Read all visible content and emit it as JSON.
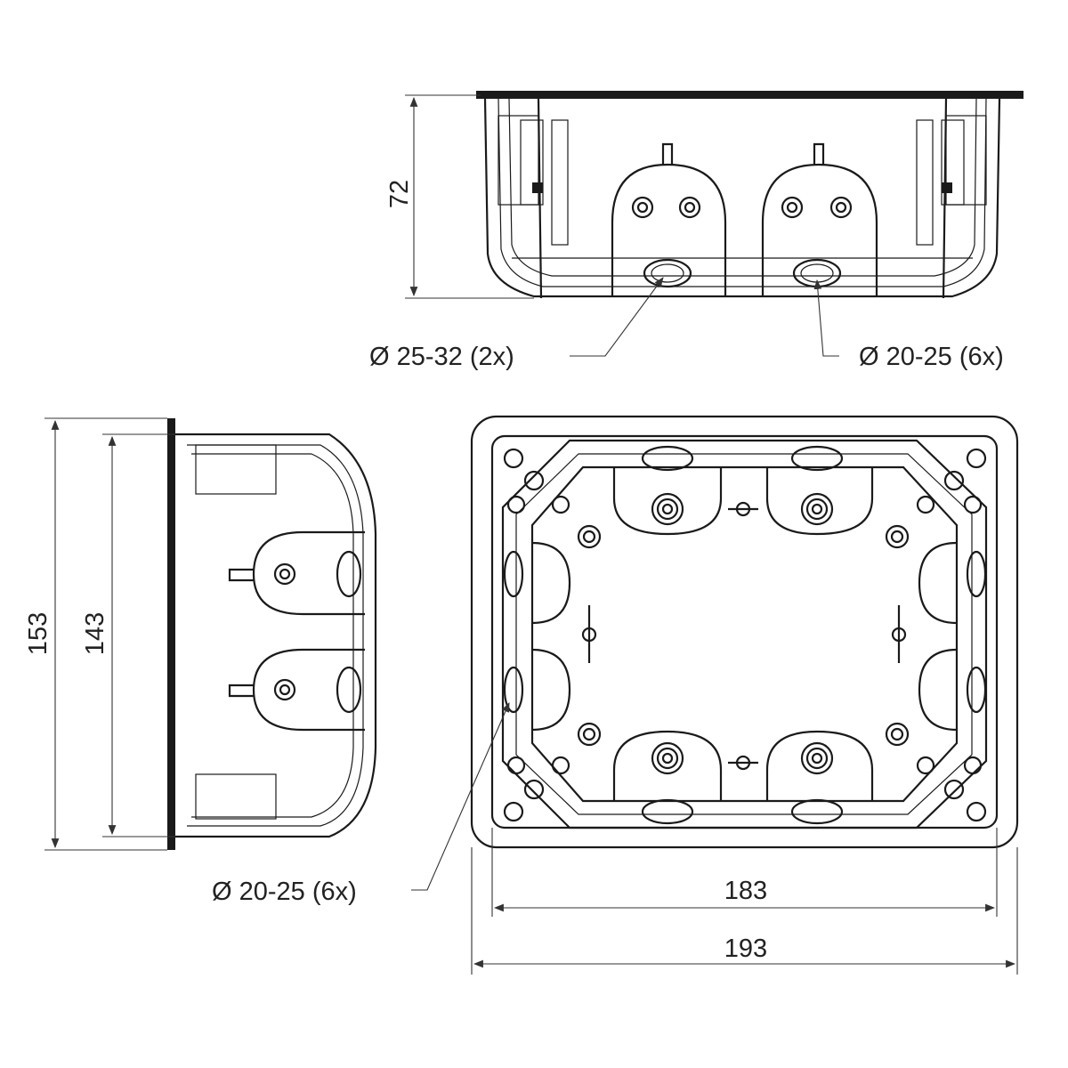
{
  "drawing": {
    "dimensions": {
      "height": "72",
      "outer_depth": "153",
      "inner_depth": "143",
      "inner_width": "183",
      "outer_width": "193"
    },
    "callouts": {
      "large_knockout": "Ø 25-32 (2x)",
      "small_knockout_top": "Ø 20-25 (6x)",
      "small_knockout_bottom": "Ø 20-25 (6x)"
    },
    "colors": {
      "line": "#1a1a1a",
      "background": "#ffffff"
    }
  }
}
